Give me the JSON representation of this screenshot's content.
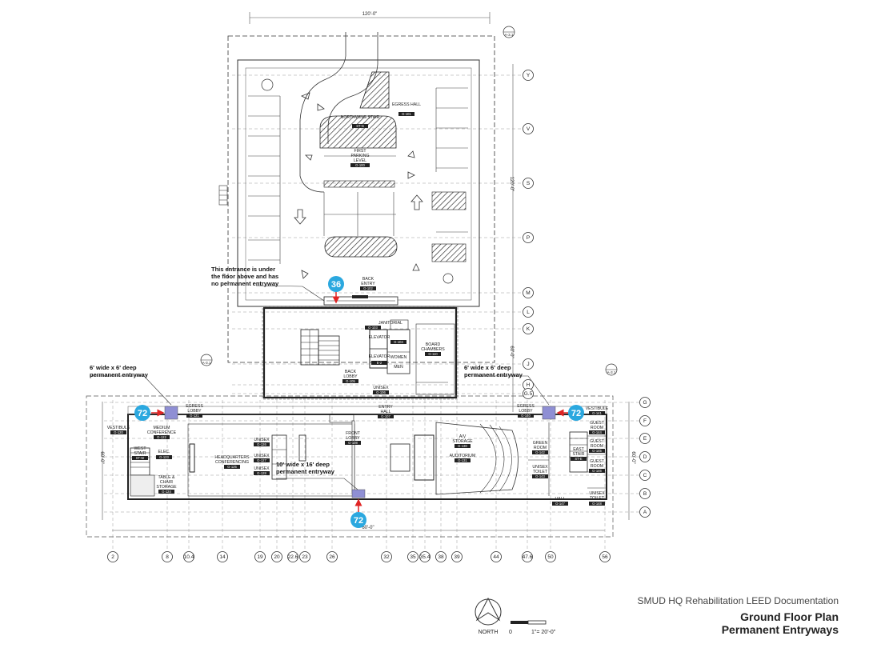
{
  "dimensions": {
    "overall_top": "120'-0\"",
    "right_upper": "120'-0\"",
    "right_mid": "60'-0\"",
    "right_lower": "60'-0\"",
    "left_lower": "60'-0\"",
    "bottom_center": "60'-0\""
  },
  "grid_rows": [
    "Y",
    "V",
    "S",
    "P",
    "M",
    "L",
    "K",
    "J",
    "H",
    "G.5",
    "G",
    "F",
    "E",
    "D",
    "C",
    "B",
    "A"
  ],
  "grid_columns": [
    "2",
    "8",
    "10.4",
    "14",
    "19",
    "20",
    "22.6",
    "23",
    "26",
    "32",
    "35",
    "35.4",
    "38",
    "39",
    "44",
    "47.6",
    "50",
    "56"
  ],
  "notes": {
    "back_entry_note": [
      "This entrance is under",
      "the floor above and has",
      "no permanent entryway"
    ],
    "west_note": [
      "6' wide x 6' deep",
      "permanent entryway"
    ],
    "east_note": [
      "6' wide x 6' deep",
      "permanent entryway"
    ],
    "front_note": [
      "10' wide x 16' deep",
      "permanent entryway"
    ]
  },
  "markers": [
    {
      "id": "marker-back-entry",
      "label": "36"
    },
    {
      "id": "marker-west",
      "label": "72"
    },
    {
      "id": "marker-east",
      "label": "72"
    },
    {
      "id": "marker-front",
      "label": "72"
    }
  ],
  "rooms": {
    "egress_hall_parking": "EGRESS HALL",
    "northwing_stair": "NORTHWING STAIR",
    "first_parking_level": [
      "FIRST",
      "PARKING",
      "LEVEL"
    ],
    "back_entry": [
      "BACK",
      "ENTRY"
    ],
    "janitorial": "JANITORIAL",
    "elevator_1": "ELEVATOR",
    "elevator_2": "ELEVATOR",
    "women": "WOMEN",
    "men": "MEN",
    "board_chambers": [
      "BOARD",
      "CHAMBERS"
    ],
    "back_lobby": [
      "BACK",
      "LOBBY"
    ],
    "unisex_core": "UNISEX",
    "entry_hall": [
      "ENTRY",
      "HALL"
    ],
    "egress_lobby_w": [
      "EGRESS",
      "LOBBY"
    ],
    "egress_lobby_e": [
      "EGRESS",
      "LOBBY"
    ],
    "vestibule_w": "VESTIBULE",
    "vestibule_e": "VESTIBULE",
    "medium_conference": [
      "MEDIUM",
      "CONFERENCE"
    ],
    "west_stair": [
      "WEST",
      "STAIR"
    ],
    "elec": "ELEC.",
    "table_chair_storage": [
      "TABLE &",
      "CHAIR",
      "STORAGE"
    ],
    "hq_conferencing": [
      "HEADQUARTERS",
      "CONFERENCING"
    ],
    "unisex_1": "UNISEX",
    "unisex_2": "UNISEX",
    "unisex_3": "UNISEX",
    "front_lobby": [
      "FRONT",
      "LOBBY"
    ],
    "av_storage": [
      "A/V",
      "STORAGE"
    ],
    "auditorium": "AUDITORIUM",
    "green_room": [
      "GREEN",
      "ROOM"
    ],
    "unisex_toilet_1": [
      "UNISEX",
      "TOILET"
    ],
    "east_stair": [
      "EAST",
      "STAIR"
    ],
    "guest_room_1": [
      "GUEST",
      "ROOM"
    ],
    "guest_room_2": [
      "GUEST",
      "ROOM"
    ],
    "guest_room_3": [
      "GUEST",
      "ROOM"
    ],
    "hall": "HALL",
    "unisex_toilet_2": [
      "UNISEX",
      "TOILET"
    ]
  },
  "section_marks": [
    "A-3.1",
    "A-3.1",
    "A-3.1"
  ],
  "scale": {
    "north_label": "NORTH",
    "zero": "0",
    "scale_text": "1\"= 20'-0\""
  },
  "title_block": {
    "project": "SMUD HQ Rehabilitation LEED Documentation",
    "sheet_title": "Ground Floor Plan",
    "subtitle": "Permanent Entryways"
  },
  "colors": {
    "marker_fill": "#2ba8df",
    "entry_fill": "#8f8fd4",
    "arrow_red": "#e02424",
    "line": "#333333"
  }
}
